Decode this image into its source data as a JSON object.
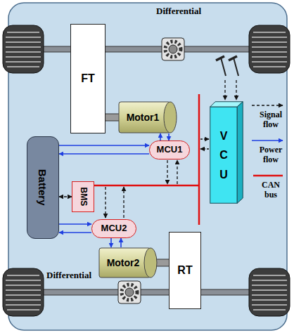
{
  "diagram": {
    "nodes": [
      {
        "text": [
          "FT"
        ]
      },
      {
        "text": [
          "Motor1"
        ]
      },
      {
        "text": [
          "MCU1"
        ]
      },
      {
        "text": [
          "V C U"
        ]
      },
      {
        "text": [
          "Battery"
        ]
      },
      {
        "text": [
          "BMS"
        ]
      },
      {
        "text": [
          "MCU2"
        ]
      },
      {
        "text": [
          "Motor2"
        ]
      },
      {
        "text": [
          "RT"
        ]
      }
    ],
    "edges": [
      {
        "from": 4,
        "to": 2,
        "arrow": "to"
      },
      {
        "from": 2,
        "to": 4,
        "arrow": "to"
      },
      {
        "from": 2,
        "to": 1,
        "arrow": "to"
      },
      {
        "from": 1,
        "to": 2,
        "arrow": "to"
      },
      {
        "from": 4,
        "to": 5,
        "arrow": "both"
      },
      {
        "from": 4,
        "to": 6,
        "arrow": "to"
      },
      {
        "from": 6,
        "to": 4,
        "arrow": "to"
      },
      {
        "from": 6,
        "to": 7,
        "arrow": "to"
      },
      {
        "from": 7,
        "to": 6,
        "arrow": "to"
      }
    ],
    "labels": [
      "Differential",
      "Differential"
    ],
    "legend": [
      {
        "text": "Signal flow"
      },
      {
        "text": "Power flow"
      },
      {
        "text": "CAN bus"
      }
    ]
  }
}
